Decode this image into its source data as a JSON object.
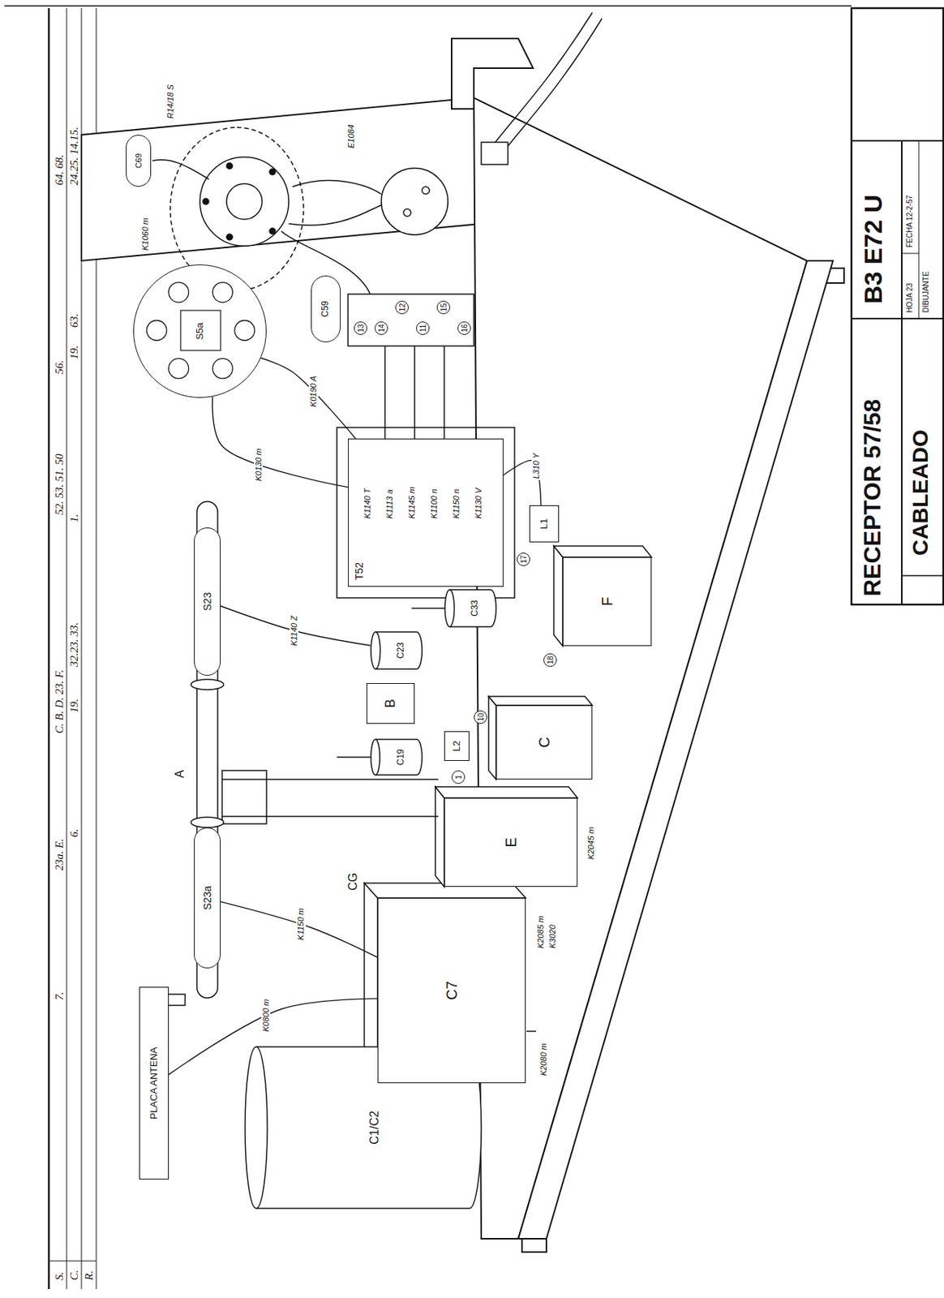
{
  "diagram": {
    "title": "RECEPTOR 57/58",
    "nodes": [
      {
        "text": [
          "PLACA ANTENA"
        ]
      },
      {
        "text": [
          "C1/C2"
        ]
      },
      {
        "text": [
          "C7"
        ]
      },
      {
        "text": [
          "E"
        ]
      },
      {
        "text": [
          "C"
        ]
      },
      {
        "text": [
          "B"
        ]
      },
      {
        "text": [
          "F"
        ]
      },
      {
        "text": [
          "C19"
        ]
      },
      {
        "text": [
          "C23"
        ]
      },
      {
        "text": [
          "C33"
        ]
      },
      {
        "text": [
          "S23a"
        ]
      },
      {
        "text": [
          "S23"
        ]
      },
      {
        "text": [
          "S5a"
        ]
      },
      {
        "text": [
          "C59"
        ]
      },
      {
        "text": [
          "T52"
        ]
      },
      {
        "text": [
          "L1"
        ]
      },
      {
        "text": [
          "L2"
        ]
      },
      {
        "text": [
          "C69"
        ]
      }
    ],
    "edges": [
      {
        "from": 0,
        "to": 2,
        "label": "K0800 m",
        "arrow": "none"
      },
      {
        "from": 10,
        "to": 2,
        "label": "K1150 m",
        "arrow": "none"
      },
      {
        "from": 11,
        "to": 8,
        "label": "K1140 Z",
        "arrow": "none"
      },
      {
        "from": 12,
        "to": 14,
        "label": "K0130 m",
        "arrow": "none"
      },
      {
        "from": 12,
        "to": 14,
        "label": "K0190 A",
        "arrow": "none"
      },
      {
        "from": 14,
        "to": 15,
        "label": "L310 Y",
        "arrow": "none"
      }
    ],
    "labels": [
      "S.",
      "C.",
      "R.",
      "7.",
      "23a. E.",
      "C. B. D. 23. F.",
      "52. 53. 51. 50",
      "56.",
      "64. 68.",
      "6.",
      "19.",
      "32.23. 33.",
      "1.",
      "19.",
      "63.",
      "24.25. 14.15.",
      "B3 E72 U",
      "CABLEADO",
      "HOJA 23",
      "FECHA 12-2-57",
      "DIBUJANTE",
      "CG",
      "A",
      "K2080 m",
      "K2085 m",
      "K3020",
      "K2045 m",
      "K1140 T",
      "K1113 a",
      "K1145 m",
      "K1100 n",
      "K1150 n",
      "K1130 V",
      "K1060 m",
      "E1084",
      "R14/18 S",
      "13",
      "14",
      "12",
      "11",
      "15",
      "16",
      "17",
      "18",
      "1",
      "10"
    ]
  }
}
